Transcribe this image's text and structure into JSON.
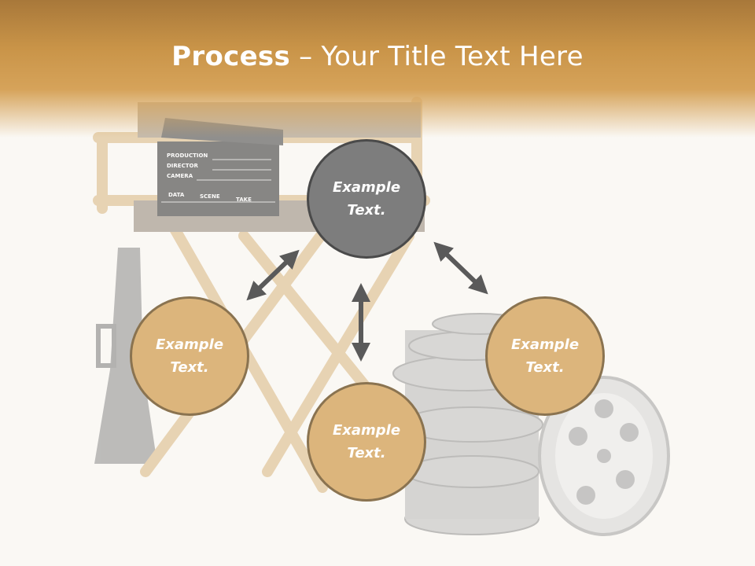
{
  "slide": {
    "title_bold": "Process",
    "title_rest": " – Your Title Text Here"
  },
  "nodes": {
    "top": "Example Text.",
    "left": "Example Text.",
    "bottom": "Example Text.",
    "right": "Example Text."
  },
  "clapperboard": {
    "production": "PRODUCTION",
    "director": "DIRECTOR",
    "camera": "CAMERA",
    "data": "DATA",
    "scene": "SCENE",
    "take": "TAKE"
  },
  "colors": {
    "header": "#c99448",
    "node_fill": "#dcb57c",
    "node_border": "#8a7350",
    "center_fill": "#7d7d7d",
    "arrow": "#5a5a5a"
  }
}
